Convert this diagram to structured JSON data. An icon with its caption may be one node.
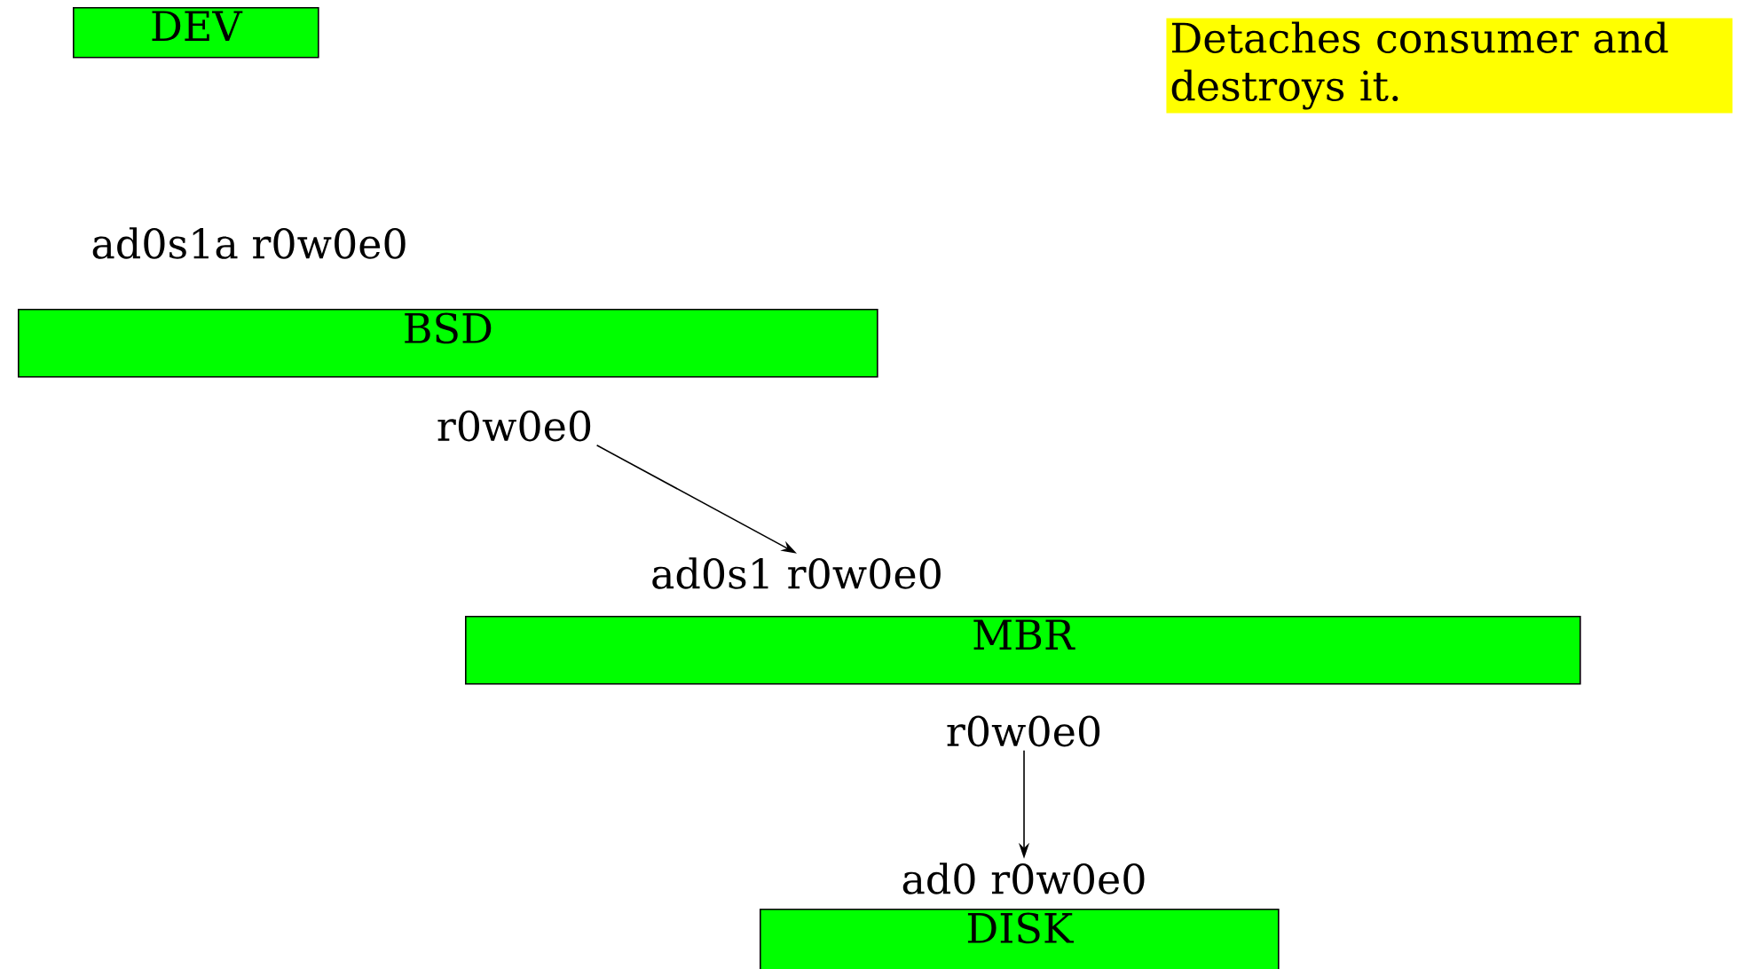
{
  "diagram": {
    "nodes": [
      {
        "text": [
          "DEV"
        ]
      },
      {
        "text": [
          "Detaches consumer and destroys it."
        ]
      },
      {
        "text": [
          "BSD"
        ],
        "beside": [
          "ad0s1a r0w0e0"
        ]
      },
      {
        "text": [
          "r0w0e0"
        ]
      },
      {
        "text": [
          "ad0s1 r0w0e0"
        ]
      },
      {
        "text": [
          "MBR"
        ]
      },
      {
        "text": [
          "r0w0e0"
        ]
      },
      {
        "text": [
          "ad0 r0w0e0"
        ]
      },
      {
        "text": [
          "DISK"
        ]
      }
    ],
    "edges": [
      {
        "from": 3,
        "to": 4,
        "arrow": "to"
      },
      {
        "from": 6,
        "to": 7,
        "arrow": "to"
      }
    ]
  }
}
